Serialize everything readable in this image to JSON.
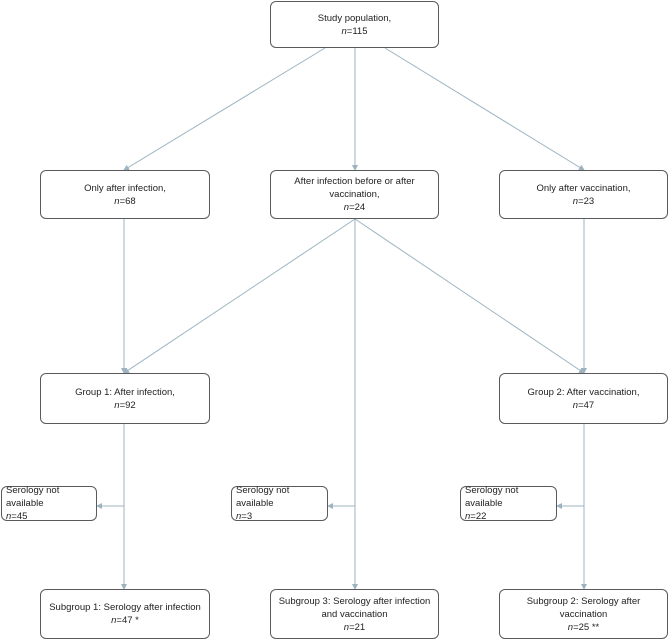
{
  "nodes": {
    "study_population": {
      "title": "Study population,",
      "n_label": "n",
      "n_value": "=115"
    },
    "only_after_infection": {
      "title": "Only after infection,",
      "n_label": "n",
      "n_value": "=68"
    },
    "after_infection_before_or_after_vaccination": {
      "title": "After infection before or after vaccination,",
      "n_label": "n",
      "n_value": "=24"
    },
    "only_after_vaccination": {
      "title": "Only after vaccination,",
      "n_label": "n",
      "n_value": "=23"
    },
    "group1": {
      "title": "Group 1: After infection,",
      "n_label": "n",
      "n_value": "=92"
    },
    "group2": {
      "title": "Group 2: After vaccination,",
      "n_label": "n",
      "n_value": "=47"
    },
    "serology_na_1": {
      "title": "Serology not available",
      "n_label": "n",
      "n_value": "=45"
    },
    "serology_na_2": {
      "title": "Serology not available",
      "n_label": "n",
      "n_value": "=3"
    },
    "serology_na_3": {
      "title": "Serology not available",
      "n_label": "n",
      "n_value": "=22"
    },
    "subgroup1": {
      "title": "Subgroup 1: Serology after infection",
      "n_label": "n",
      "n_value": "=47 *"
    },
    "subgroup3": {
      "title": "Subgroup 3: Serology after infection and vaccination",
      "n_label": "n",
      "n_value": "=21"
    },
    "subgroup2": {
      "title": "Subgroup 2: Serology after vaccination",
      "n_label": "n",
      "n_value": "=25 **"
    }
  },
  "colors": {
    "edge": "#9db4c0",
    "border": "#5a5a5a"
  }
}
